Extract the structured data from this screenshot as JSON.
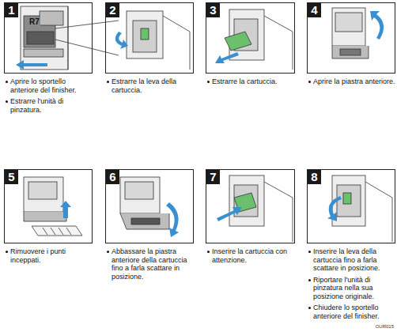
{
  "diagram": {
    "nodes": [
      {
        "text": [
          "1"
        ]
      },
      {
        "text": [
          "2"
        ]
      },
      {
        "text": [
          "3"
        ]
      },
      {
        "text": [
          "4"
        ]
      },
      {
        "text": [
          "5"
        ]
      },
      {
        "text": [
          "6"
        ]
      },
      {
        "text": [
          "7"
        ]
      },
      {
        "text": [
          "8"
        ]
      }
    ],
    "labels": [
      "Aprire lo sportello anteriore del finisher.",
      "Estrarre l'unità di pinzatura.",
      "Estrarre la leva della cartuccia.",
      "Estrarre la cartuccia.",
      "Aprire la piastra anteriore.",
      "Rimuovere i punti inceppati.",
      "Abbassare la piastra anteriore della cartuccia fino a farla scattare in posizione.",
      "Inserire la cartuccia con attenzione.",
      "Inserire la leva della cartuccia fino a farla scattare in posizione.",
      "Riportare l'unità di pinzatura nella sua posizione originale.",
      "Chiudere lo sportello anteriore del finisher.",
      "R7",
      "OUR015"
    ]
  }
}
